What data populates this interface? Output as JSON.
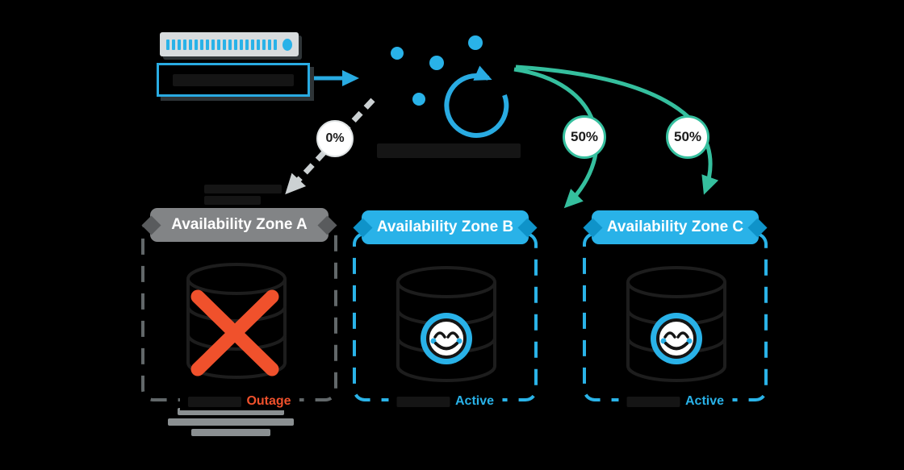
{
  "traffic_split": [
    {
      "value": "0%",
      "target": "zone-a"
    },
    {
      "value": "50%",
      "target": "zone-b"
    },
    {
      "value": "50%",
      "target": "zone-c"
    }
  ],
  "zones": [
    {
      "label": "Availability Zone A",
      "status": "Outage",
      "health": "failed",
      "status_color": "#f0512c"
    },
    {
      "label": "Availability Zone B",
      "status": "Active",
      "health": "healthy",
      "status_color": "#29b2e8"
    },
    {
      "label": "Availability Zone C",
      "status": "Active",
      "health": "healthy",
      "status_color": "#29b2e8"
    }
  ],
  "icons": {
    "server": "web-server-with-led-strip-icon",
    "load_balancer": "circular-refresh-arrow-icon",
    "traffic": "scattered-request-dots-icon",
    "database": "database-cylinder-icon",
    "failure": "red-x-icon",
    "healthy": "smiley-face-icon"
  },
  "colors": {
    "background": "#000000",
    "blue": "#29b2e8",
    "teal": "#35bf9e",
    "orange": "#f0512c",
    "zone_a_gray": "#828486",
    "light_gray": "#ccd1d3",
    "white": "#ffffff"
  }
}
